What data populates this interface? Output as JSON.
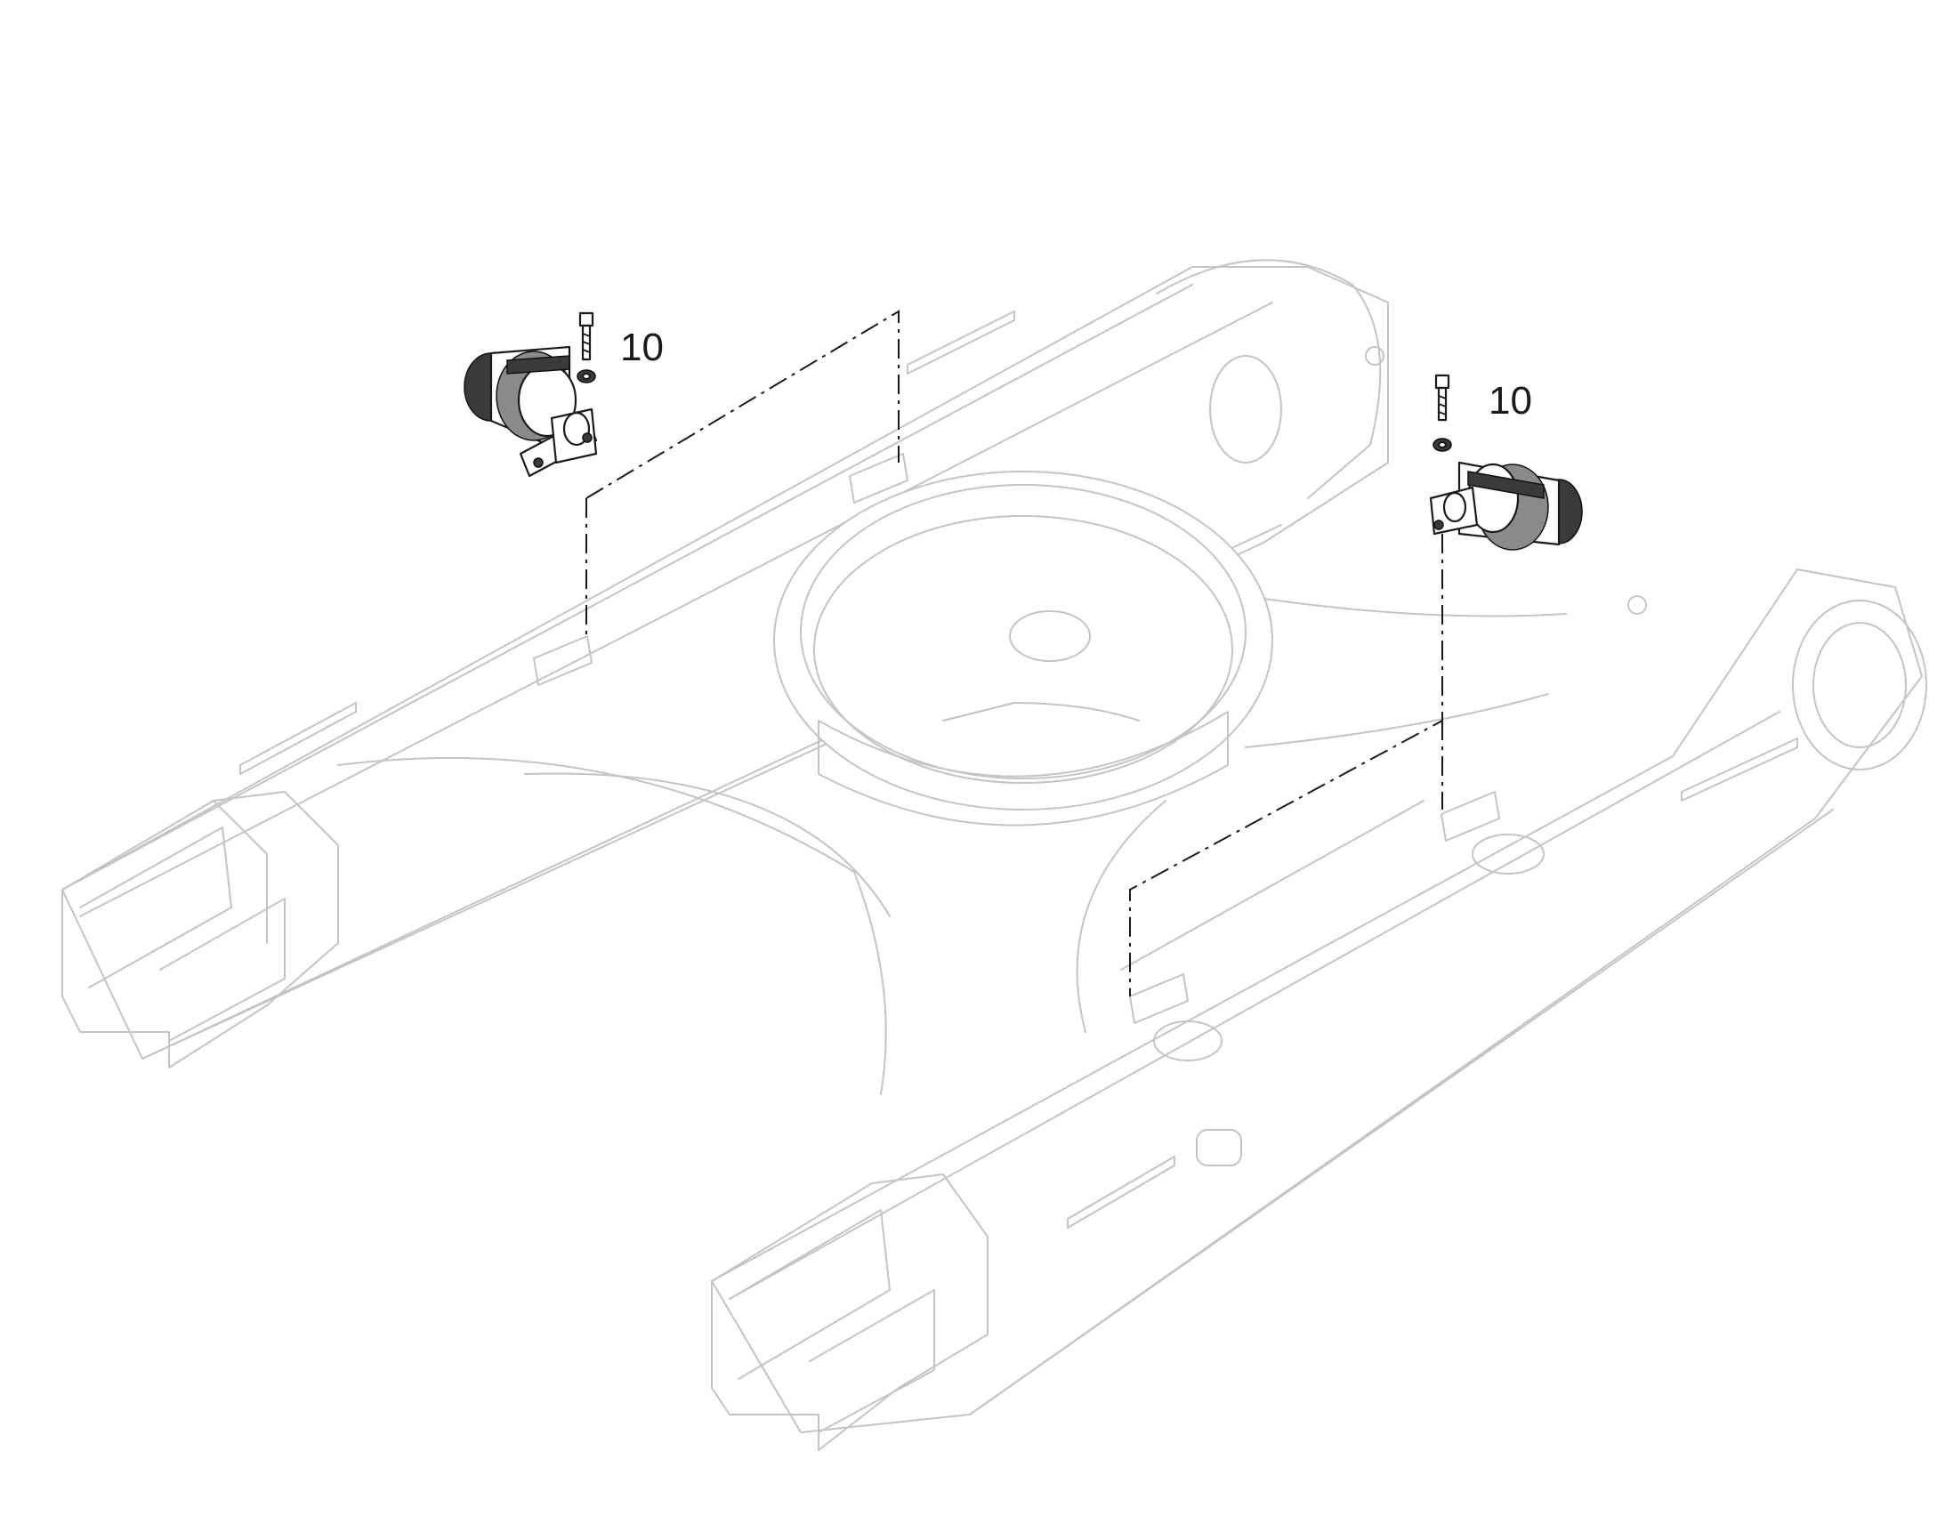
{
  "callouts": [
    {
      "id": "left",
      "label": "10"
    },
    {
      "id": "right",
      "label": "10"
    }
  ],
  "colors": {
    "frame_line": "#c4c4c4",
    "part_line": "#1a1a1a",
    "background": "#ffffff"
  }
}
